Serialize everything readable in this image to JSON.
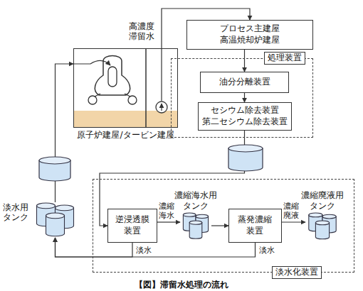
{
  "diagram": {
    "caption": "【図】滞留水処理の流れ",
    "nodes": [
      {
        "text": [
          "原子炉建屋/タービン建屋"
        ]
      },
      {
        "text": [
          "プロセス主建屋 高温焼却炉建屋"
        ]
      },
      {
        "text": [
          "処理装置"
        ]
      },
      {
        "text": [
          "油分分離装置"
        ],
        "in": 2
      },
      {
        "text": [
          "セシウム除去装置 第二セシウム除去装置"
        ],
        "in": 2
      },
      {
        "text": [
          "淡水化装置"
        ]
      },
      {
        "text": [
          "逆浸透膜装置"
        ],
        "in": 5
      },
      {
        "text": [
          "濃縮海水用タンク"
        ],
        "in": 5
      },
      {
        "text": [
          "蒸発濃縮装置"
        ],
        "in": 5
      },
      {
        "text": [
          "濃縮廃液用タンク"
        ],
        "in": 5
      },
      {
        "text": [
          "淡水用タンク"
        ]
      }
    ],
    "edges": [
      {
        "from": 0,
        "to": 1,
        "arrow": "to",
        "label": "高濃度 滞留水"
      },
      {
        "from": 1,
        "to": 3,
        "arrow": "to"
      },
      {
        "from": 3,
        "to": 4,
        "arrow": "to"
      },
      {
        "from": 4,
        "to": 6,
        "arrow": "to"
      },
      {
        "from": 6,
        "to": 7,
        "arrow": "to",
        "label": "濃縮 海水"
      },
      {
        "from": 7,
        "to": 8,
        "arrow": "to"
      },
      {
        "from": 8,
        "to": 9,
        "arrow": "to",
        "label": "濃縮 廃液"
      },
      {
        "from": 6,
        "to": 10,
        "arrow": "to",
        "label": "淡水"
      },
      {
        "from": 8,
        "to": 10,
        "arrow": "to",
        "label": "淡水"
      },
      {
        "from": 10,
        "to": 0,
        "arrow": "to"
      }
    ]
  }
}
